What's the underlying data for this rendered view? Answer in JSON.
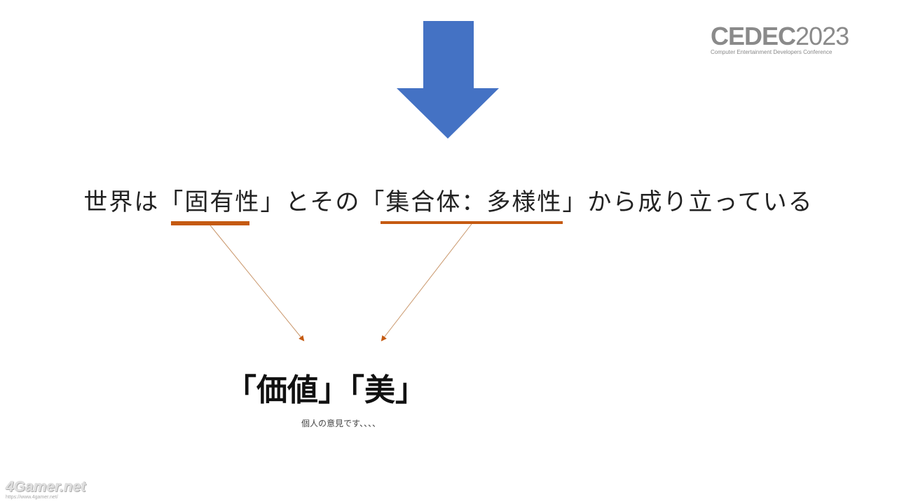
{
  "logo": {
    "main_bold": "CEDEC",
    "main_light": "2023",
    "subtitle": "Computer Entertainment Developers Conference"
  },
  "statement": {
    "text": "世界は「固有性」とその「集合体：多様性」から成り立っている",
    "underline_color": "#c55a11"
  },
  "arrow": {
    "icon": "down-arrow-icon",
    "color": "#4472c4"
  },
  "result": {
    "text": "「価値」「美」"
  },
  "note": {
    "text": "個人の意見です、、、、"
  },
  "watermark": {
    "brand": "4Gamer.net",
    "url": "https://www.4gamer.net/"
  }
}
